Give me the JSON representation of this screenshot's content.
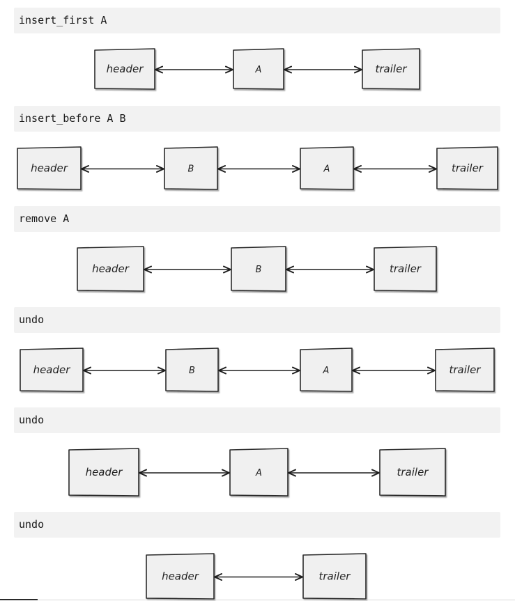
{
  "steps": [
    {
      "command": "insert_first A",
      "nodes": [
        "header",
        "A",
        "trailer"
      ]
    },
    {
      "command": "insert_before A B",
      "nodes": [
        "header",
        "B",
        "A",
        "trailer"
      ]
    },
    {
      "command": "remove A",
      "nodes": [
        "header",
        "B",
        "trailer"
      ]
    },
    {
      "command": "undo",
      "nodes": [
        "header",
        "B",
        "A",
        "trailer"
      ]
    },
    {
      "command": "undo",
      "nodes": [
        "header",
        "A",
        "trailer"
      ]
    },
    {
      "command": "undo",
      "nodes": [
        "header",
        "trailer"
      ]
    }
  ],
  "colors": {
    "command_background": "#f2f2f2",
    "node_fill": "#f0f0f0",
    "node_stroke": "#2b2b2b",
    "arrow": "#1f1f1f"
  }
}
